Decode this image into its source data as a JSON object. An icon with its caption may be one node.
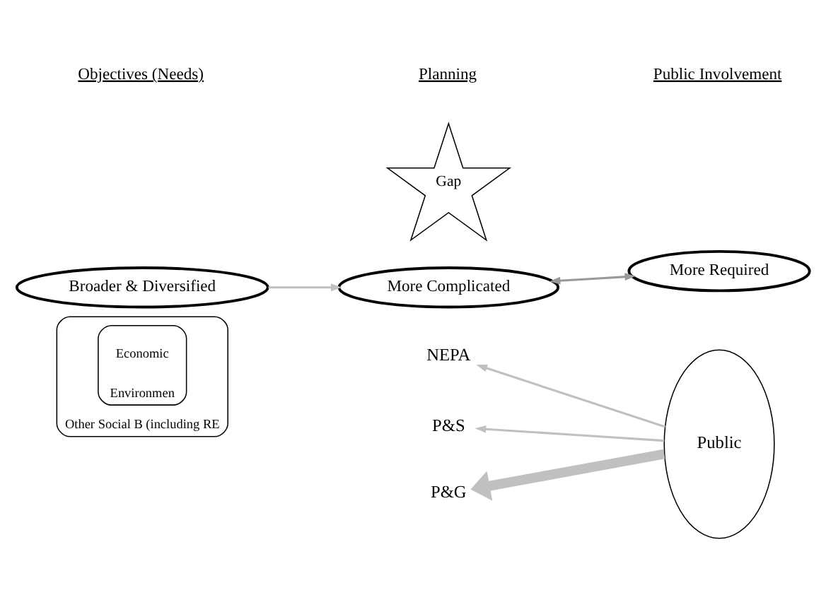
{
  "diagram": {
    "nodes": [
      {
        "text": [
          "Other Social B (including RE"
        ]
      },
      {
        "text": [
          "Environmen"
        ],
        "in": 0
      },
      {
        "text": [
          "Economic"
        ],
        "in": 1
      },
      {
        "text": [
          "NEPA"
        ]
      },
      {
        "text": [
          "P&S"
        ]
      },
      {
        "text": [
          "P&G"
        ]
      },
      {
        "text": [
          "Public"
        ]
      },
      {
        "text": [
          "Gap"
        ]
      },
      {
        "text": [
          "Broader & Diversified"
        ]
      },
      {
        "text": [
          "More Complicated"
        ]
      },
      {
        "text": [
          "More Required"
        ]
      }
    ],
    "edges": [
      {
        "from": 6,
        "to": 3,
        "arrow": "to"
      },
      {
        "from": 6,
        "to": 4,
        "arrow": "to"
      },
      {
        "from": 6,
        "to": 5,
        "arrow": "to",
        "style": "thick"
      },
      {
        "from": 8,
        "to": 9,
        "arrow": "to"
      },
      {
        "from": 9,
        "to": 10,
        "arrow": "both",
        "color": "#999999"
      }
    ],
    "labels": [
      "Objectives (Needs)",
      "Planning",
      "Public Involvement"
    ]
  }
}
